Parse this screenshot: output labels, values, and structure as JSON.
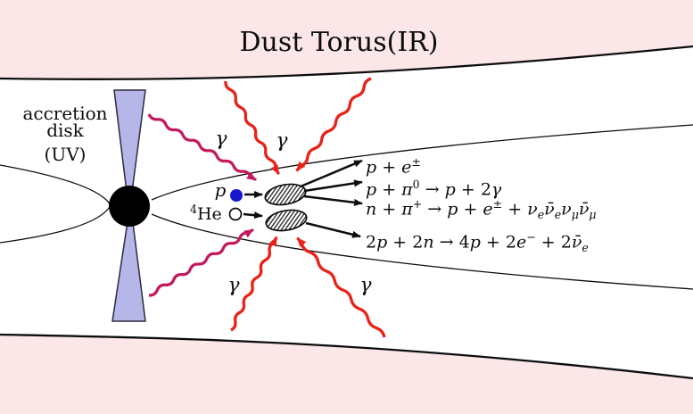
{
  "title": "Dust Torus(IR)",
  "accretion_disk_label": {
    "line1": "accretion",
    "line2": "disk",
    "line3": "(UV)"
  },
  "photon_labels": {
    "gamma": "γ"
  },
  "particles": {
    "proton": "p",
    "helium_segments": [
      {
        "t": "sup",
        "v": "4"
      },
      {
        "t": "n",
        "v": "He"
      }
    ]
  },
  "equations": [
    [
      {
        "t": "i",
        "v": "p"
      },
      {
        "t": "n",
        "v": " + "
      },
      {
        "t": "i",
        "v": "e"
      },
      {
        "t": "sup",
        "v": "±"
      }
    ],
    [
      {
        "t": "i",
        "v": "p"
      },
      {
        "t": "n",
        "v": " + "
      },
      {
        "t": "i",
        "v": "π"
      },
      {
        "t": "sup",
        "v": "0"
      },
      {
        "t": "n",
        "v": " → "
      },
      {
        "t": "i",
        "v": "p"
      },
      {
        "t": "n",
        "v": " + 2"
      },
      {
        "t": "i",
        "v": "γ"
      }
    ],
    [
      {
        "t": "i",
        "v": "n"
      },
      {
        "t": "n",
        "v": " + "
      },
      {
        "t": "i",
        "v": "π"
      },
      {
        "t": "sup",
        "v": "+"
      },
      {
        "t": "n",
        "v": " → "
      },
      {
        "t": "i",
        "v": "p"
      },
      {
        "t": "n",
        "v": " + "
      },
      {
        "t": "i",
        "v": "e"
      },
      {
        "t": "sup",
        "v": "±"
      },
      {
        "t": "n",
        "v": " + "
      },
      {
        "t": "i",
        "v": "ν"
      },
      {
        "t": "sub",
        "v": "e"
      },
      {
        "t": "i",
        "v": "ν̄"
      },
      {
        "t": "sub",
        "v": "e"
      },
      {
        "t": "i",
        "v": "ν"
      },
      {
        "t": "sub",
        "v": "μ"
      },
      {
        "t": "i",
        "v": "ν̄"
      },
      {
        "t": "sub",
        "v": "μ"
      }
    ],
    [
      {
        "t": "n",
        "v": "2"
      },
      {
        "t": "i",
        "v": "p"
      },
      {
        "t": "n",
        "v": " + 2"
      },
      {
        "t": "i",
        "v": "n"
      },
      {
        "t": "n",
        "v": " → 4"
      },
      {
        "t": "i",
        "v": "p"
      },
      {
        "t": "n",
        "v": " + 2"
      },
      {
        "t": "i",
        "v": "e"
      },
      {
        "t": "sup",
        "v": "−"
      },
      {
        "t": "n",
        "v": " + 2"
      },
      {
        "t": "i",
        "v": "ν̄"
      },
      {
        "t": "sub",
        "v": "e"
      }
    ]
  ],
  "colors": {
    "torus_pink": "#fbe6e8",
    "outline_black": "#0d0d0d",
    "disk_cone_fill": "#b6b6e9",
    "disk_cone_stroke": "#2b2b3d",
    "ir_photon_red": "#e8231a",
    "uv_photon_magenta": "#c11a5e",
    "proton_blue": "#1616cd",
    "black_hole": "#000000",
    "blob_hatch": "#111111"
  }
}
